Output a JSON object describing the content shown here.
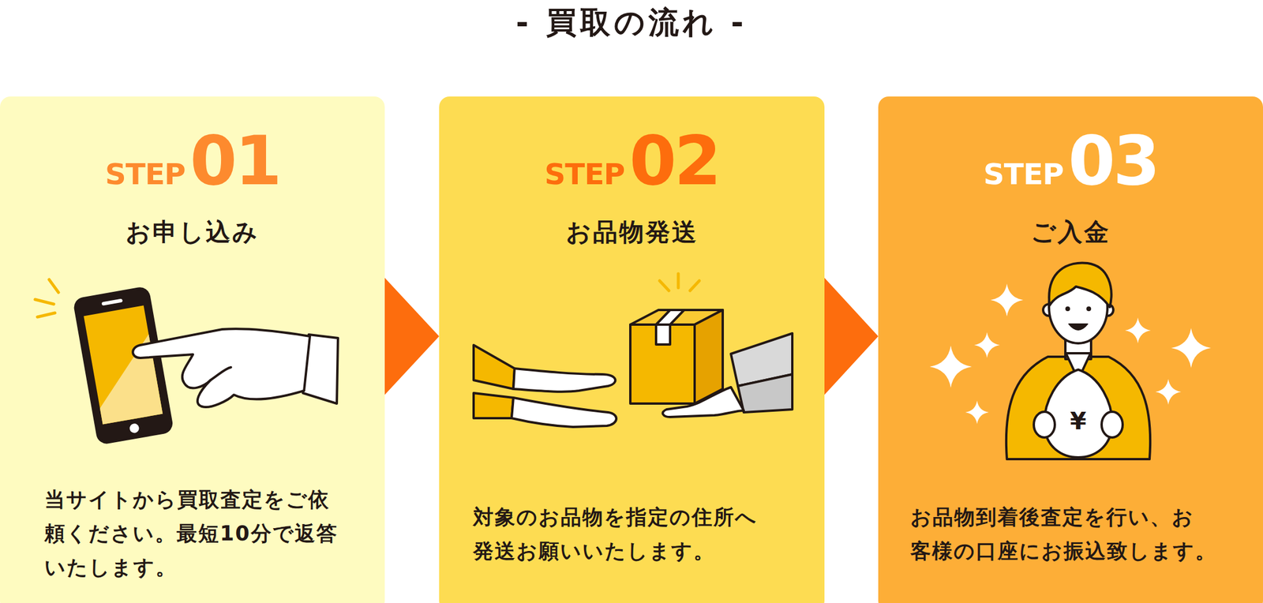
{
  "diagram": {
    "title": "- 買取の流れ -",
    "nodes": [
      {
        "text": [
          "STEP",
          "01",
          "お申し込み",
          "当サイトから買取査定をご依 頼ください。最短10分で返答 いたします。"
        ]
      },
      {
        "text": [
          "STEP",
          "02",
          "お品物発送",
          "対象のお品物を指定の住所へ 発送お願いいたします。"
        ]
      },
      {
        "text": [
          "STEP",
          "03",
          "ご入金",
          "お品物到着後査定を行い、お 客様の口座にお振込致します。"
        ]
      }
    ],
    "edges": [
      {
        "from": 0,
        "to": 1,
        "arrow": "to"
      },
      {
        "from": 1,
        "to": 2,
        "arrow": "to"
      }
    ],
    "labels": [
      "¥"
    ]
  }
}
